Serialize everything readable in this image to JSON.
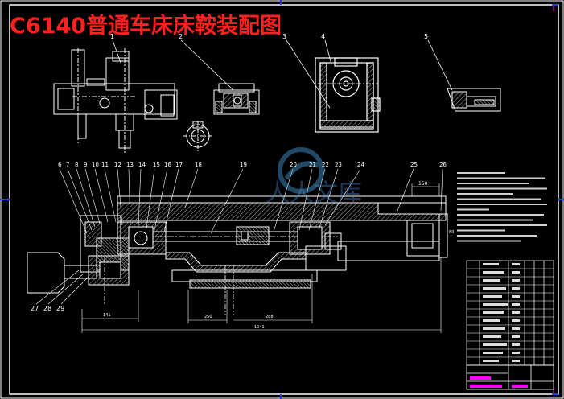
{
  "title": "C6140普通车床床鞍装配图",
  "part_numbers_top": [
    "1",
    "2",
    "3",
    "4",
    "5"
  ],
  "part_numbers_main": [
    "6",
    "7",
    "8",
    "9",
    "10",
    "11",
    "12",
    "13",
    "14",
    "15",
    "16",
    "17",
    "18",
    "19",
    "20",
    "21",
    "22",
    "23",
    "24",
    "25",
    "26"
  ],
  "part_numbers_bottom": [
    "27",
    "28",
    "29"
  ],
  "dimensions": {
    "d150": "150",
    "d141": "141",
    "d250": "250",
    "d288": "288",
    "d1041": "1041",
    "d60": "60"
  },
  "watermark": "人人文库",
  "colors": {
    "background": "#000000",
    "lines": "#ffffff",
    "title": "#ff2020",
    "frame": "#ffffff",
    "hatch": "#b0b0b0",
    "magenta": "#ff00ff",
    "blue_marker": "#2040ff"
  }
}
